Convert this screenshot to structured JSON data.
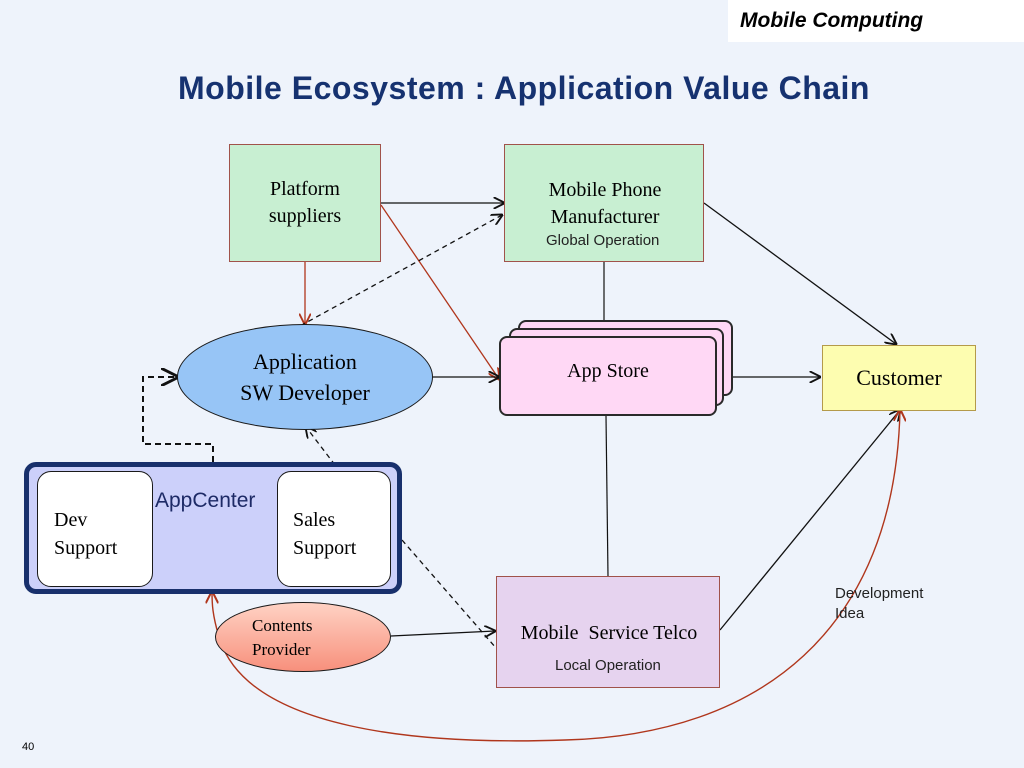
{
  "course_tag": "Mobile Computing",
  "title": "Mobile Ecosystem : Application Value Chain",
  "nodes": {
    "platform": [
      "Platform",
      "suppliers"
    ],
    "manufacturer": [
      "Mobile Phone",
      "Manufacturer"
    ],
    "manufacturer_note": "Global Operation",
    "developer": [
      "Application",
      "SW Developer"
    ],
    "app_store": "App Store",
    "customer": "Customer",
    "appcenter": "AppCenter",
    "dev_support": [
      "Dev",
      "Support"
    ],
    "sales_support": [
      "Sales",
      "Support"
    ],
    "contents_provider": [
      "Contents",
      "Provider"
    ],
    "telco": "Mobile  Service Telco",
    "telco_note": "Local Operation",
    "development_idea": [
      "Development",
      "Idea"
    ]
  },
  "colors": {
    "title": "#163270",
    "arrow_black": "#111111",
    "arrow_brown": "#b0361c"
  },
  "page_number": "40"
}
